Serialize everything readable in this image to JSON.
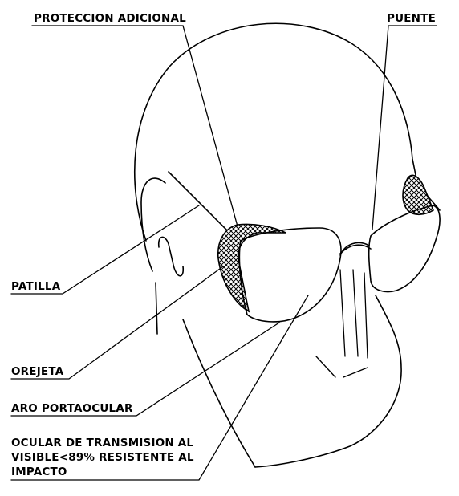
{
  "labels": {
    "proteccion_adicional": "PROTECCION ADICIONAL",
    "puente": "PUENTE",
    "patilla": "PATILLA",
    "orejeta": "OREJETA",
    "aro_portaocular": "ARO PORTAOCULAR",
    "ocular_line1": "OCULAR DE TRANSMISION AL",
    "ocular_line2": "VISIBLE<89% RESISTENTE AL",
    "ocular_line3": "IMPACTO"
  }
}
